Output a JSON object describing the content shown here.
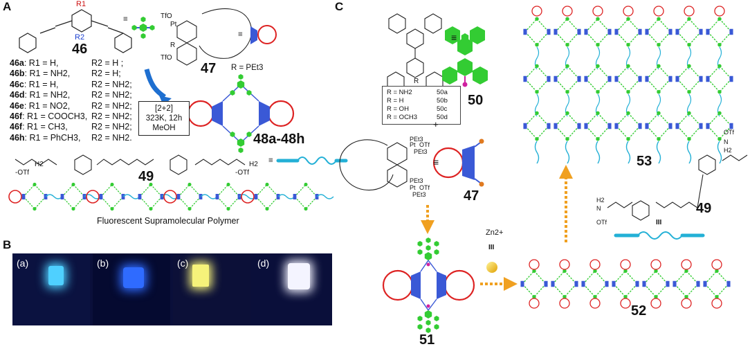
{
  "panels": {
    "a": "A",
    "b": "B",
    "c": "C"
  },
  "panelA": {
    "cmpd46": "46",
    "r1": "R1",
    "r2": "R2",
    "equiv": "≡",
    "cmpd47": "47",
    "r_def": "R = PEt3",
    "tfo_top": "TfO",
    "tfo_bot": "TfO",
    "pt": "Pt",
    "r": "R",
    "list": [
      {
        "k": "46a",
        "v1": ": R1 = H,",
        "v2": "R2 = H ;"
      },
      {
        "k": "46b",
        "v1": ": R1 = NH2,",
        "v2": "R2 = H;"
      },
      {
        "k": "46c",
        "v1": ": R1 = H,",
        "v2": "R2 = NH2;"
      },
      {
        "k": "46d",
        "v1": ": R1 = NH2,",
        "v2": "R2 = NH2;"
      },
      {
        "k": "46e",
        "v1": ": R1 = NO2,",
        "v2": "R2 = NH2;"
      },
      {
        "k": "46f",
        "v1": ": R1 = COOCH3,",
        "v2": "R2 = NH2;"
      },
      {
        "k": "46f",
        "v1": ": R1 = CH3,",
        "v2": "R2 = NH2;"
      },
      {
        "k": "46h",
        "v1": ": R1 = PhCH3,",
        "v2": "R2 = NH2."
      }
    ],
    "conditions": [
      "[2+2]",
      "323K, 12h",
      "MeOH"
    ],
    "product": "48a-48h",
    "cmpd49": "49",
    "otf1": "-OTf",
    "otf2": "-OTf",
    "h2_1": "H2",
    "h2_2": "H2",
    "polymer_caption": "Fluorescent Supramolecular Polymer"
  },
  "panelB": {
    "photos": [
      {
        "label": "(a)",
        "glow": "#4fd0ff"
      },
      {
        "label": "(b)",
        "glow": "#2f6bff"
      },
      {
        "label": "(c)",
        "glow": "#f6f27a"
      },
      {
        "label": "(d)",
        "glow": "#f4f4ff"
      }
    ]
  },
  "panelC": {
    "cmpd50": "50",
    "cmpd47": "47",
    "cmpd51": "51",
    "cmpd52": "52",
    "cmpd53": "53",
    "cmpd49": "49",
    "equiv": "≡",
    "plus": "+",
    "zn": "Zn2+",
    "iii_1": "III",
    "iii_2": "III",
    "r_label": "R",
    "rlist": [
      {
        "r": "R = NH2",
        "c": "50a"
      },
      {
        "r": "R = H",
        "c": "50b"
      },
      {
        "r": "R = OH",
        "c": "50c"
      },
      {
        "r": "R = OCH3",
        "c": "50d"
      }
    ],
    "pet3_1": "PEt3",
    "pet3_2": "PEt3",
    "pet3_3": "PEt3",
    "pet3_4": "PEt3",
    "otf_a": "OTf",
    "otf_b": "OTf",
    "otf_c": "OTf",
    "otf_d": "OTf",
    "pt_a": "Pt",
    "pt_b": "Pt",
    "h2_a": "H2",
    "h2_b": "H2",
    "n_a": "N",
    "n_b": "N"
  },
  "colors": {
    "green": "#33cc33",
    "blue": "#3a59d6",
    "red": "#dd2222",
    "cyan": "#23b0d6",
    "orange": "#f0a020",
    "magenta": "#d020a0",
    "photo_bg": "#0a0f3a"
  }
}
